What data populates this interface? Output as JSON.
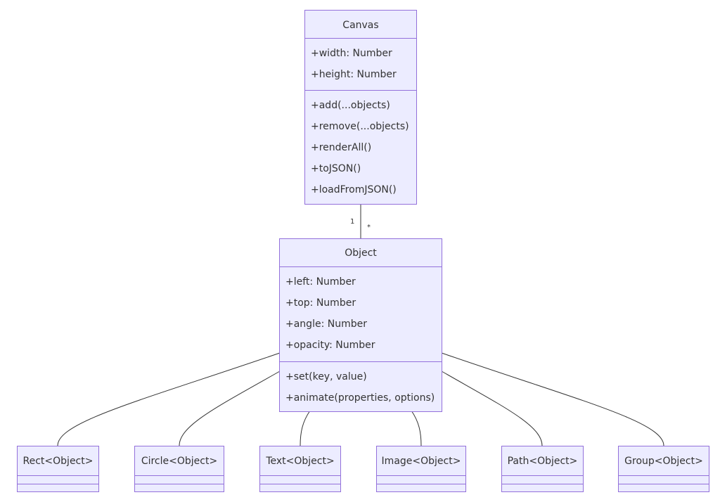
{
  "canvas": {
    "name": "Canvas",
    "attributes": [
      "+width: Number",
      "+height: Number"
    ],
    "methods": [
      "+add(...objects)",
      "+remove(...objects)",
      "+renderAll()",
      "+toJSON()",
      "+loadFromJSON()"
    ]
  },
  "object": {
    "name": "Object",
    "attributes": [
      "+left: Number",
      "+top: Number",
      "+angle: Number",
      "+opacity: Number"
    ],
    "methods": [
      "+set(key, value)",
      "+animate(properties, options)"
    ]
  },
  "association": {
    "source_multiplicity": "1",
    "target_multiplicity": "*"
  },
  "subclasses": [
    {
      "name": "Rect<Object>"
    },
    {
      "name": "Circle<Object>"
    },
    {
      "name": "Text<Object>"
    },
    {
      "name": "Image<Object>"
    },
    {
      "name": "Path<Object>"
    },
    {
      "name": "Group<Object>"
    }
  ],
  "colors": {
    "fill": "#ececff",
    "border": "#9370db",
    "line": "#333333",
    "text": "#333333"
  }
}
